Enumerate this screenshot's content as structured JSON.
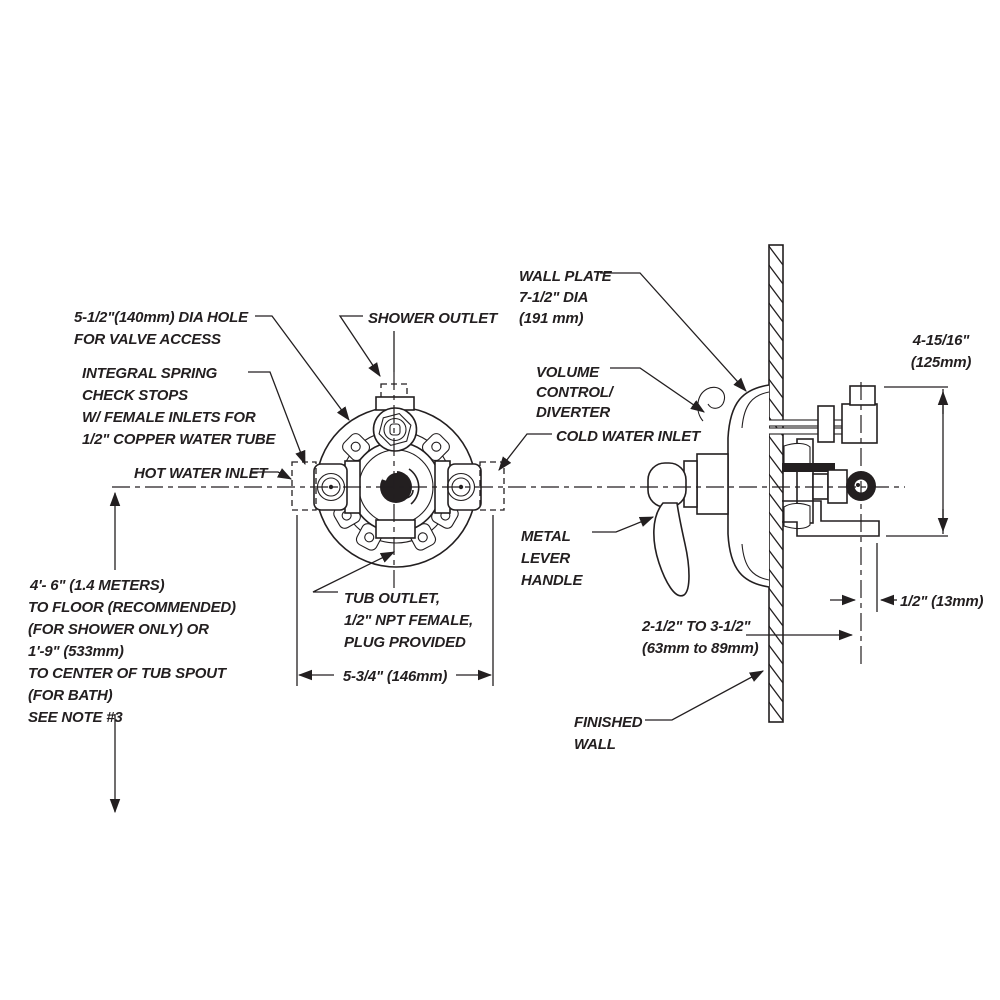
{
  "document": {
    "type": "plumbing rough-in installation drawing",
    "colors": {
      "ink": "#231f20",
      "background": "#ffffff"
    }
  },
  "front_view": {
    "labels": {
      "dia_hole": {
        "lines": [
          "5-1/2\"(140mm) DIA HOLE",
          "FOR VALVE ACCESS"
        ]
      },
      "shower_outlet": {
        "lines": [
          "SHOWER OUTLET"
        ]
      },
      "check_stops": {
        "lines": [
          "INTEGRAL SPRING",
          "CHECK STOPS",
          "W/ FEMALE INLETS FOR",
          "1/2\" COPPER WATER TUBE"
        ]
      },
      "hot_water_inlet": {
        "lines": [
          "HOT WATER INLET"
        ]
      },
      "cold_water_inlet": {
        "lines": [
          "COLD WATER INLET"
        ]
      },
      "tub_outlet": {
        "lines": [
          "TUB OUTLET,",
          "1/2\" NPT FEMALE,",
          "PLUG PROVIDED"
        ]
      },
      "floor_note": {
        "lines": [
          "4'- 6\" (1.4 METERS)",
          "TO FLOOR (RECOMMENDED)",
          "(FOR SHOWER ONLY) OR",
          "1'-9\" (533mm)",
          "TO CENTER OF TUB SPOUT",
          "(FOR BATH)",
          "SEE NOTE #3"
        ]
      }
    },
    "dimensions": {
      "valve_width": "5-3/4\" (146mm)"
    }
  },
  "side_view": {
    "labels": {
      "wall_plate": {
        "lines": [
          "WALL PLATE",
          "7-1/2\" DIA",
          "(191 mm)"
        ]
      },
      "volume_control": {
        "lines": [
          "VOLUME",
          "CONTROL/",
          "DIVERTER"
        ]
      },
      "metal_lever_handle": {
        "lines": [
          "METAL",
          "LEVER",
          "HANDLE"
        ]
      },
      "finished_wall": {
        "lines": [
          "FINISHED",
          "WALL"
        ]
      }
    },
    "dimensions": {
      "handle_height": {
        "lines": [
          "4-15/16\"",
          "(125mm)"
        ]
      },
      "wall_depth": {
        "lines": [
          "2-1/2\" TO 3-1/2\"",
          "(63mm to 89mm)"
        ]
      },
      "plaster_gap": "1/2\" (13mm)"
    }
  }
}
